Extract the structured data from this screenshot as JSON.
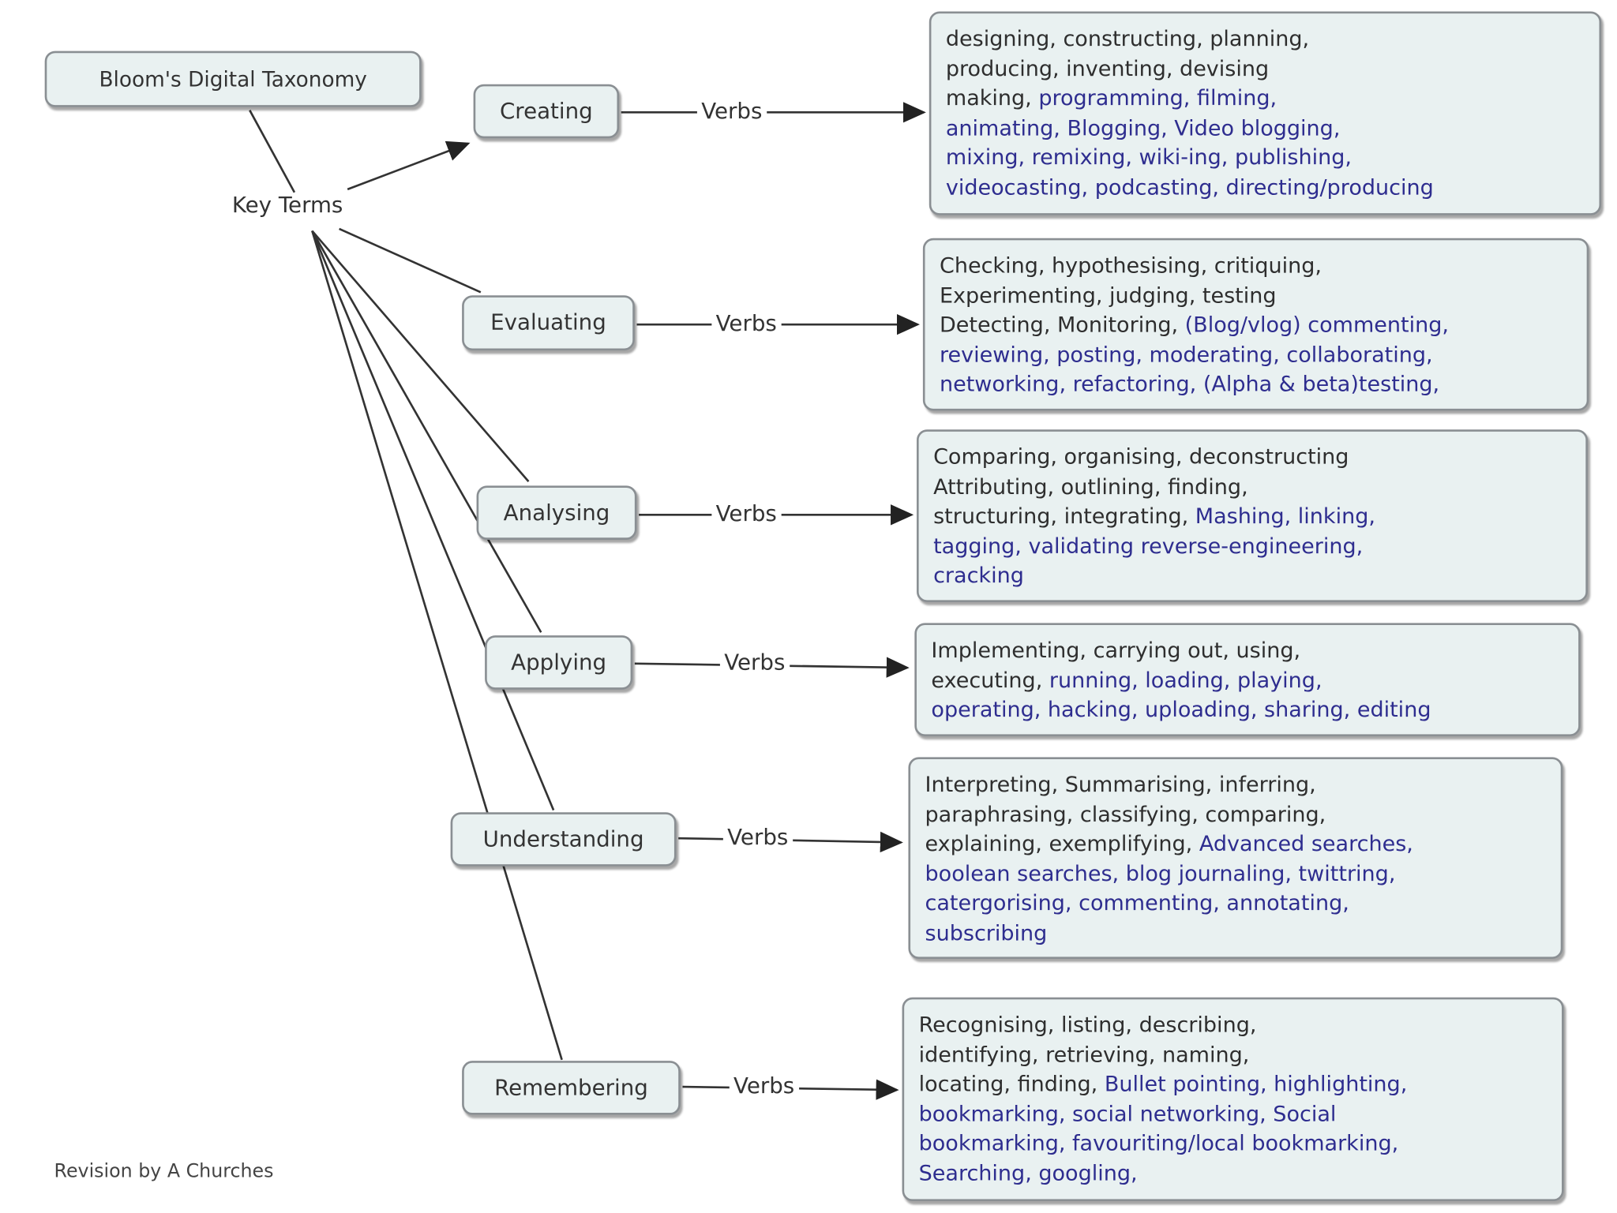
{
  "title": "Bloom's Digital Taxonomy",
  "key_terms_label": "Key Terms",
  "verbs_label": "Verbs",
  "credit": "Revision by A Churches",
  "colors": {
    "node_fill": "#e9f1f1",
    "node_border": "#8a8f93",
    "traditional_verb_text": "#2e2e2e",
    "digital_verb_text": "#2e2d8f",
    "connector": "#333333"
  },
  "levels": [
    {
      "name": "Creating",
      "verb_lines": [
        [
          {
            "text": "designing, constructing, planning,",
            "digital": false
          }
        ],
        [
          {
            "text": "producing, inventing, devising",
            "digital": false
          }
        ],
        [
          {
            "text": "making, ",
            "digital": false
          },
          {
            "text": "programming, filming,",
            "digital": true
          }
        ],
        [
          {
            "text": "animating, Blogging, Video blogging,",
            "digital": true
          }
        ],
        [
          {
            "text": "mixing, remixing, wiki-ing, publishing,",
            "digital": true
          }
        ],
        [
          {
            "text": "videocasting, podcasting, directing/producing",
            "digital": true
          }
        ]
      ]
    },
    {
      "name": "Evaluating",
      "verb_lines": [
        [
          {
            "text": "Checking, hypothesising, critiquing,",
            "digital": false
          }
        ],
        [
          {
            "text": "Experimenting, judging, testing",
            "digital": false
          }
        ],
        [
          {
            "text": "Detecting, Monitoring, ",
            "digital": false
          },
          {
            "text": "(Blog/vlog) commenting,",
            "digital": true
          }
        ],
        [
          {
            "text": "reviewing, posting, moderating, collaborating,",
            "digital": true
          }
        ],
        [
          {
            "text": "networking, refactoring, (Alpha & beta)testing,",
            "digital": true
          }
        ]
      ]
    },
    {
      "name": "Analysing",
      "verb_lines": [
        [
          {
            "text": "Comparing, organising, deconstructing",
            "digital": false
          }
        ],
        [
          {
            "text": "Attributing, outlining, finding,",
            "digital": false
          }
        ],
        [
          {
            "text": "structuring, integrating, ",
            "digital": false
          },
          {
            "text": "Mashing, linking,",
            "digital": true
          }
        ],
        [
          {
            "text": "tagging, validating reverse-engineering,",
            "digital": true
          }
        ],
        [
          {
            "text": "cracking",
            "digital": true
          }
        ]
      ]
    },
    {
      "name": "Applying",
      "verb_lines": [
        [
          {
            "text": "Implementing, carrying out, using,",
            "digital": false
          }
        ],
        [
          {
            "text": "executing, ",
            "digital": false
          },
          {
            "text": "running, loading, playing,",
            "digital": true
          }
        ],
        [
          {
            "text": "operating, hacking, uploading, sharing, editing",
            "digital": true
          }
        ]
      ]
    },
    {
      "name": "Understanding",
      "verb_lines": [
        [
          {
            "text": "Interpreting, Summarising, inferring,",
            "digital": false
          }
        ],
        [
          {
            "text": "paraphrasing, classifying, comparing,",
            "digital": false
          }
        ],
        [
          {
            "text": "explaining, exemplifying, ",
            "digital": false
          },
          {
            "text": "Advanced searches,",
            "digital": true
          }
        ],
        [
          {
            "text": "boolean searches, blog journaling, twittring,",
            "digital": true
          }
        ],
        [
          {
            "text": "catergorising, commenting, annotating,",
            "digital": true
          }
        ],
        [
          {
            "text": "subscribing",
            "digital": true
          }
        ]
      ]
    },
    {
      "name": "Remembering",
      "verb_lines": [
        [
          {
            "text": "Recognising, listing, describing,",
            "digital": false
          }
        ],
        [
          {
            "text": "identifying, retrieving, naming,",
            "digital": false
          }
        ],
        [
          {
            "text": "locating, finding, ",
            "digital": false
          },
          {
            "text": "Bullet pointing, highlighting,",
            "digital": true
          }
        ],
        [
          {
            "text": "bookmarking, social networking, Social",
            "digital": true
          }
        ],
        [
          {
            "text": "bookmarking, favouriting/local bookmarking,",
            "digital": true
          }
        ],
        [
          {
            "text": "Searching, googling,",
            "digital": true
          }
        ]
      ]
    }
  ]
}
